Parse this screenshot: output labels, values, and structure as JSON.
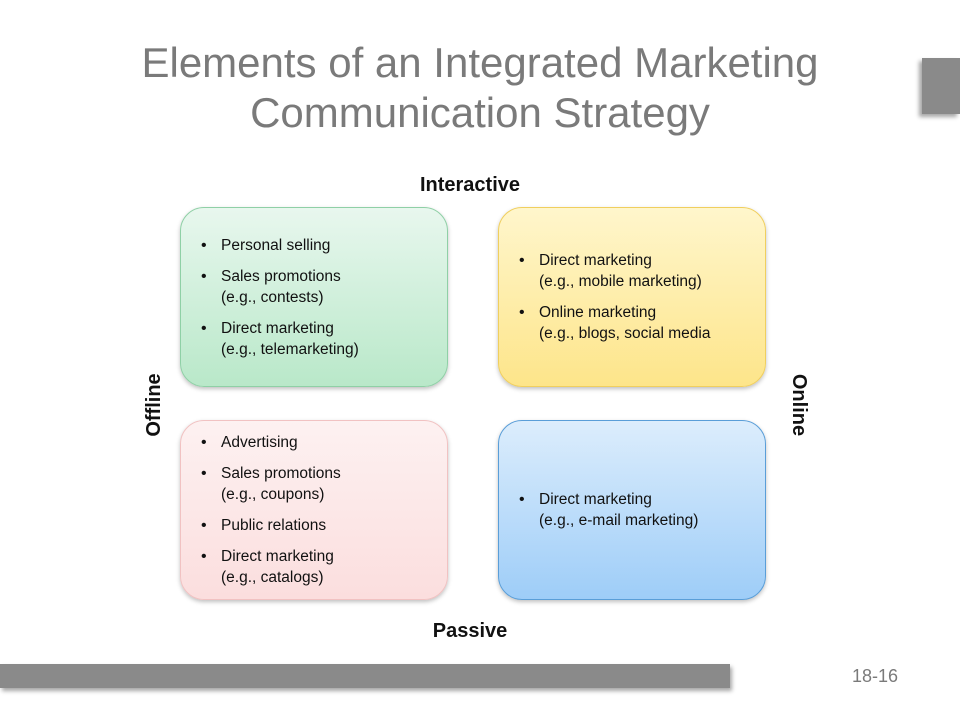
{
  "title": {
    "line1": "Elements of an Integrated Marketing",
    "line2": "Communication Strategy"
  },
  "axes": {
    "top": "Interactive",
    "bottom": "Passive",
    "left": "Offline",
    "right": "Online"
  },
  "quadrants": {
    "top_left": {
      "color": "#b9e8c9",
      "items": [
        "Personal selling",
        "Sales promotions\n(e.g., contests)",
        "Direct marketing\n(e.g., telemarketing)"
      ]
    },
    "top_right": {
      "color": "#fde58a",
      "items": [
        "Direct marketing\n(e.g., mobile marketing)",
        "Online marketing\n(e.g., blogs, social media"
      ]
    },
    "bottom_left": {
      "color": "#fbdede",
      "items": [
        "Advertising",
        "Sales promotions\n(e.g., coupons)",
        "Public relations",
        "Direct marketing\n(e.g., catalogs)"
      ]
    },
    "bottom_right": {
      "color": "#9ecdf8",
      "items": [
        "Direct marketing\n(e.g., e-mail marketing)"
      ]
    }
  },
  "page_number": "18-16"
}
